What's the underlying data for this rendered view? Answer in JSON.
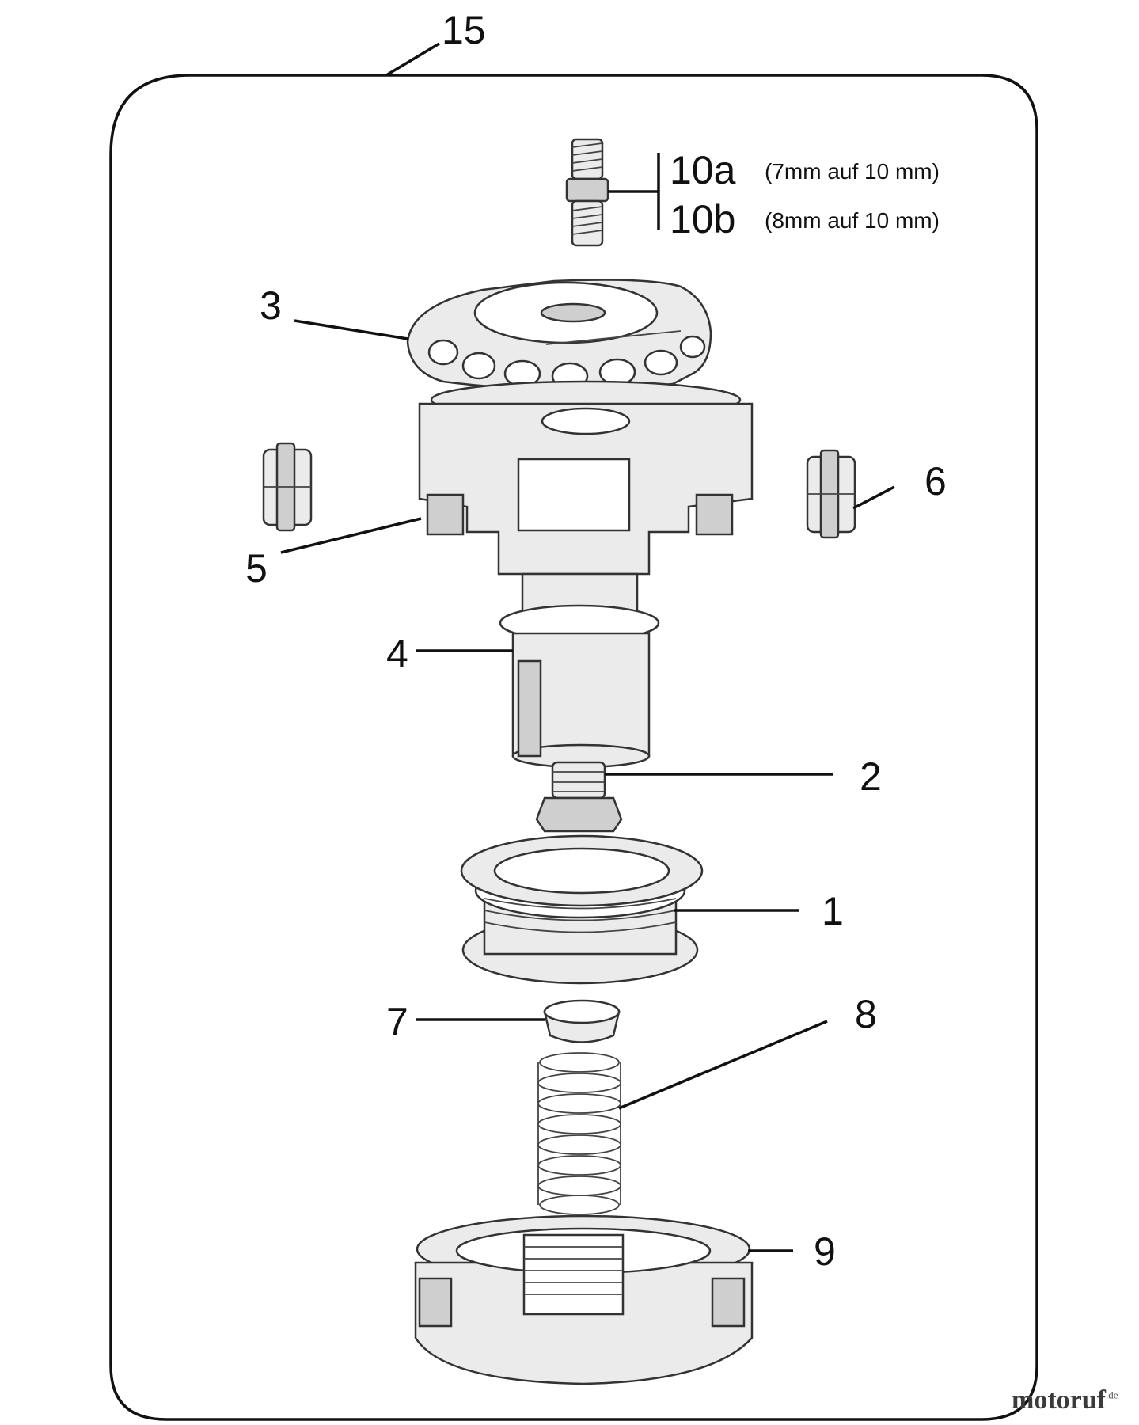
{
  "labels": {
    "l15": "15",
    "l10a": "10a",
    "l10a_note": "(7mm auf 10 mm)",
    "l10b": "10b",
    "l10b_note": "(8mm auf 10 mm)",
    "l3": "3",
    "l6": "6",
    "l5": "5",
    "l4": "4",
    "l2": "2",
    "l1": "1",
    "l7": "7",
    "l8": "8",
    "l9": "9"
  },
  "watermark": {
    "brand": "motoruf",
    "tld": ".de"
  }
}
